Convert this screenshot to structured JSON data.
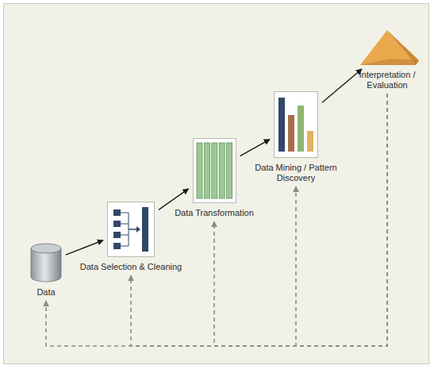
{
  "diagram": {
    "nodes": [
      {
        "text": [
          "Data"
        ]
      },
      {
        "text": [
          "Data Selection & Cleaning"
        ]
      },
      {
        "text": [
          "Data Transformation"
        ]
      },
      {
        "text": [
          "Data Mining / Pattern Discovery"
        ]
      },
      {
        "text": [
          "Interpretation / Evaluation"
        ]
      }
    ],
    "edges": [
      {
        "from": 0,
        "to": 1,
        "arrow": "to"
      },
      {
        "from": 1,
        "to": 2,
        "arrow": "to"
      },
      {
        "from": 2,
        "to": 3,
        "arrow": "to"
      },
      {
        "from": 3,
        "to": 4,
        "arrow": "to"
      },
      {
        "from": 4,
        "to": 3,
        "arrow": "to"
      },
      {
        "from": 4,
        "to": 2,
        "arrow": "to"
      },
      {
        "from": 4,
        "to": 1,
        "arrow": "to"
      },
      {
        "from": 4,
        "to": 0,
        "arrow": "to"
      }
    ]
  }
}
